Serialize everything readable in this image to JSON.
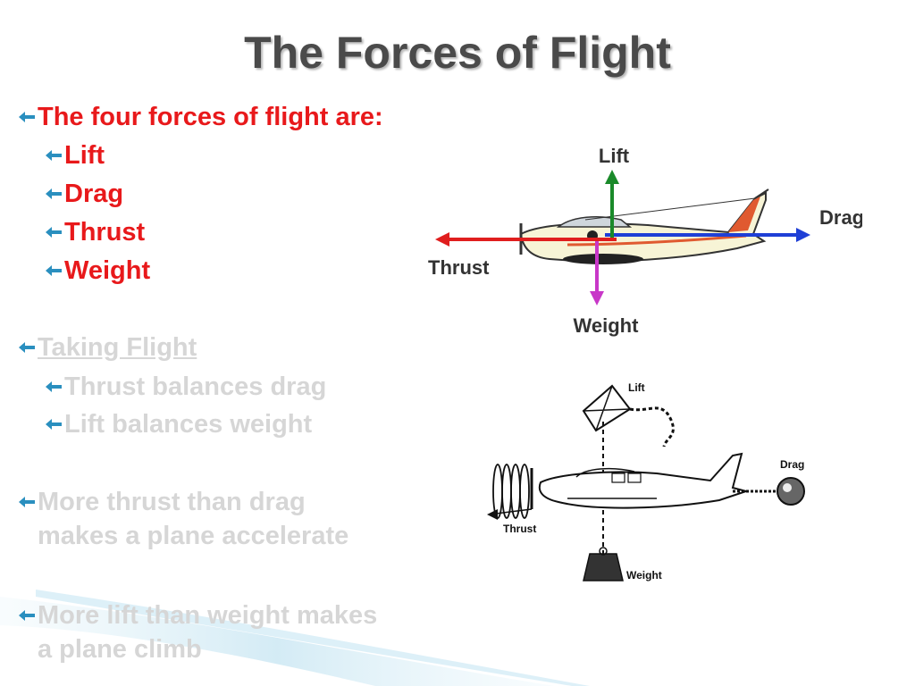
{
  "slide": {
    "title": "The Forces of Flight",
    "bullets": [
      {
        "level": 1,
        "text": "The four forces of flight are:",
        "color": "#e8191b"
      },
      {
        "level": 2,
        "text": "Lift",
        "color": "#e8191b"
      },
      {
        "level": 2,
        "text": "Drag",
        "color": "#e8191b"
      },
      {
        "level": 2,
        "text": "Thrust",
        "color": "#e8191b"
      },
      {
        "level": 2,
        "text": "Weight",
        "color": "#e8191b"
      },
      {
        "level": 1,
        "text": "Taking Flight",
        "link": true,
        "color": "#d6d6d6"
      },
      {
        "level": 2,
        "text": "Thrust balances drag",
        "color": "#d6d6d6"
      },
      {
        "level": 2,
        "text": "Lift balances weight",
        "color": "#d6d6d6"
      },
      {
        "level": 1,
        "lines": [
          "More thrust than drag",
          "makes a plane accelerate"
        ],
        "color": "#d6d6d6"
      },
      {
        "level": 1,
        "lines": [
          "More lift than weight makes",
          "a plane climb"
        ],
        "color": "#d6d6d6"
      }
    ]
  },
  "figure_forces": {
    "labels": {
      "lift": "Lift",
      "drag": "Drag",
      "thrust": "Thrust",
      "weight": "Weight"
    },
    "colors": {
      "lift": "#1a8a2a",
      "drag": "#1f3fd6",
      "thrust": "#e01e1e",
      "weight": "#c837c8"
    }
  },
  "figure_balance": {
    "labels": {
      "lift": "Lift",
      "drag": "Drag",
      "thrust": "Thrust",
      "weight": "Weight"
    }
  },
  "icons": {
    "bullet": "arrow-left-icon",
    "bullet_color": "#2a8fbf"
  }
}
